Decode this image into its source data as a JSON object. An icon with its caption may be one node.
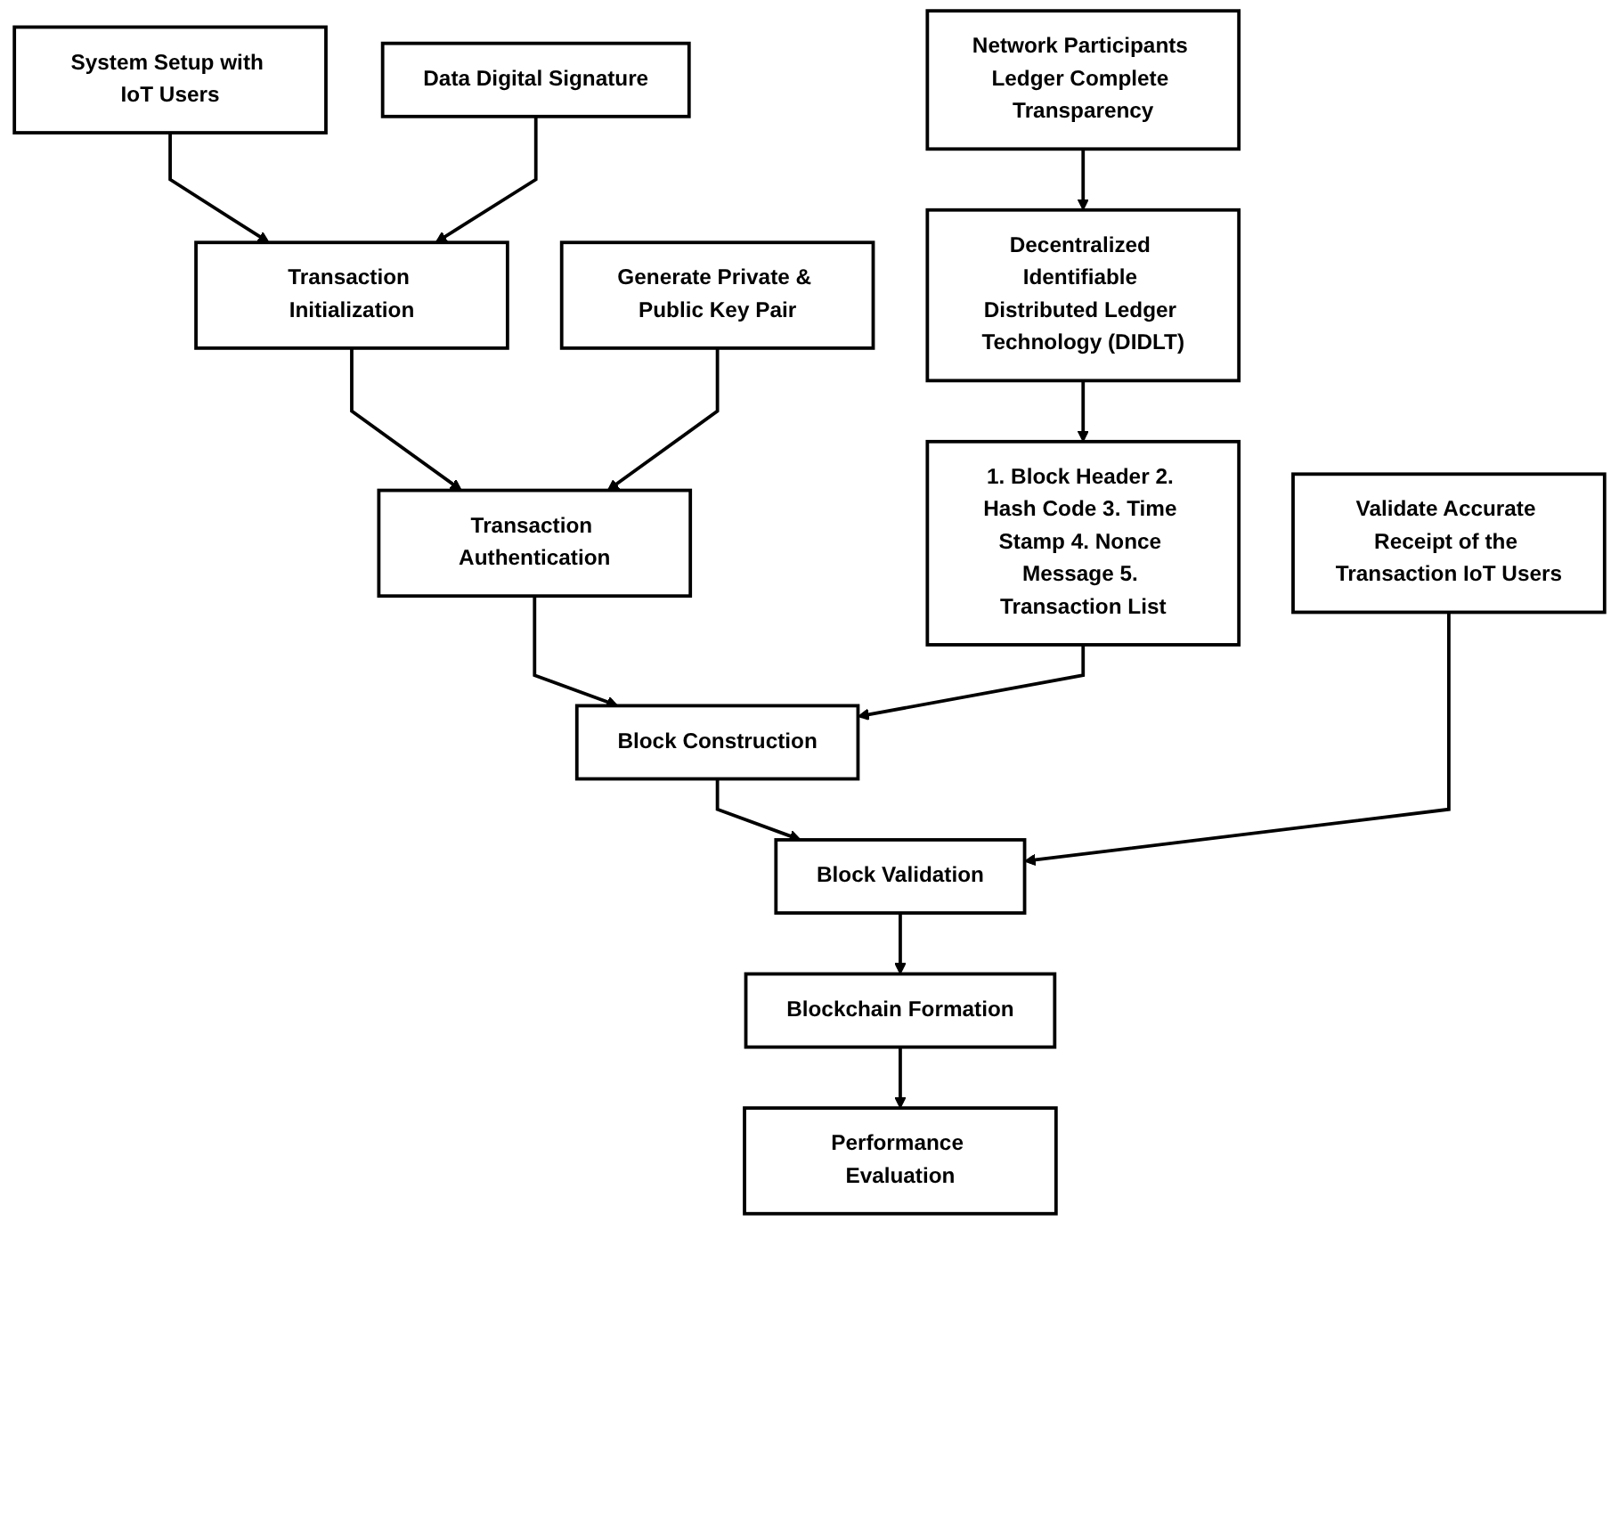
{
  "diagram": {
    "nodes": [
      {
        "text": [
          "System Setup with IoT Users"
        ]
      },
      {
        "text": [
          "Transaction Initialization"
        ]
      },
      {
        "text": [
          "Data Digital Signature"
        ]
      },
      {
        "text": [
          "Network Participants Ledger Complete Transparency"
        ]
      },
      {
        "text": [
          "Transaction Authentication"
        ]
      },
      {
        "text": [
          "Generate Private & Public Key Pair"
        ]
      },
      {
        "text": [
          "Block Construction"
        ]
      },
      {
        "text": [
          "1. Block Header 2. Hash Code 3. Time Stamp 4. Nonce Message 5. Transaction List"
        ]
      },
      {
        "text": [
          "Decentralized Identifiable Distributed Ledger Technology (DIDLT)"
        ]
      },
      {
        "text": [
          "Block Validation"
        ]
      },
      {
        "text": [
          "Validate Accurate Receipt of the Transaction IoT Users"
        ]
      },
      {
        "text": [
          "Blockchain Formation"
        ]
      },
      {
        "text": [
          "Performance Evaluation"
        ]
      }
    ],
    "edges": [
      {
        "from": 0,
        "to": 1,
        "arrow": "to"
      },
      {
        "from": 2,
        "to": 1,
        "arrow": "to"
      },
      {
        "from": 1,
        "to": 4,
        "arrow": "to"
      },
      {
        "from": 5,
        "to": 4,
        "arrow": "to"
      },
      {
        "from": 3,
        "to": 8,
        "arrow": "to"
      },
      {
        "from": 4,
        "to": 6,
        "arrow": "to"
      },
      {
        "from": 8,
        "to": 7,
        "arrow": "to"
      },
      {
        "from": 7,
        "to": 6,
        "arrow": "to"
      },
      {
        "from": 6,
        "to": 9,
        "arrow": "to"
      },
      {
        "from": 10,
        "to": 9,
        "arrow": "to"
      },
      {
        "from": 9,
        "to": 11,
        "arrow": "to"
      },
      {
        "from": 11,
        "to": 12,
        "arrow": "to"
      }
    ]
  }
}
